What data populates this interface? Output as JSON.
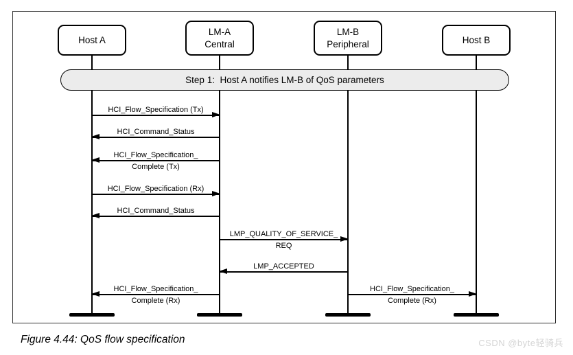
{
  "diagram": {
    "actors": [
      {
        "id": "host-a",
        "label": "Host A"
      },
      {
        "id": "lm-a",
        "label": "LM-A\nCentral"
      },
      {
        "id": "lm-b",
        "label": "LM-B\nPeripheral"
      },
      {
        "id": "host-b",
        "label": "Host B"
      }
    ],
    "banner": {
      "label": "Step 1:  Host A notifies LM-B of QoS parameters"
    },
    "messages": [
      {
        "from": "host-a",
        "to": "lm-a",
        "label": "HCI_Flow_Specification (Tx)",
        "label_below": ""
      },
      {
        "from": "lm-a",
        "to": "host-a",
        "label": "HCI_Command_Status",
        "label_below": ""
      },
      {
        "from": "lm-a",
        "to": "host-a",
        "label": "HCI_Flow_Specification_",
        "label_below": "Complete (Tx)"
      },
      {
        "from": "host-a",
        "to": "lm-a",
        "label": "HCI_Flow_Specification (Rx)",
        "label_below": ""
      },
      {
        "from": "lm-a",
        "to": "host-a",
        "label": "HCI_Command_Status",
        "label_below": ""
      },
      {
        "from": "lm-a",
        "to": "lm-b",
        "label": "LMP_QUALITY_OF_SERVICE_",
        "label_below": "REQ"
      },
      {
        "from": "lm-b",
        "to": "lm-a",
        "label": "LMP_ACCEPTED",
        "label_below": ""
      },
      {
        "from": "lm-a",
        "to": "host-a",
        "label": "HCI_Flow_Specification_",
        "label_below": "Complete (Rx)"
      },
      {
        "from": "lm-b",
        "to": "host-b",
        "label": "HCI_Flow_Specification_",
        "label_below": "Complete (Rx)"
      }
    ]
  },
  "caption": "Figure 4.44: QoS flow specification",
  "watermark": "CSDN @byte轻骑兵"
}
